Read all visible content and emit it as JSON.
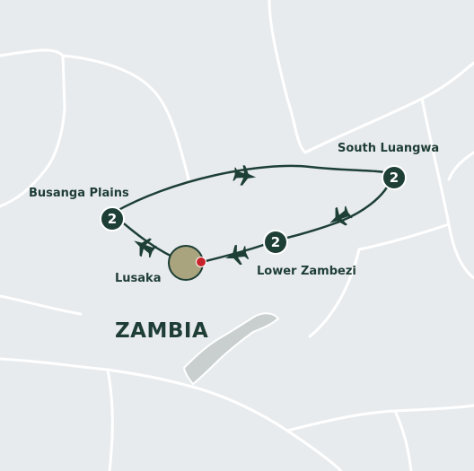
{
  "map": {
    "country_label": "ZAMBIA",
    "destinations": [
      {
        "name": "Busanga Plains",
        "nights": "2"
      },
      {
        "name": "South Luangwa",
        "nights": "2"
      },
      {
        "name": "Lower Zambezi",
        "nights": "2"
      },
      {
        "name": "Lusaka"
      }
    ],
    "colors": {
      "route": "#1d3f36",
      "hub_fill": "#a9a47e",
      "hub_marker": "#c8232b",
      "land": "#e8ebee",
      "border": "#ffffff",
      "lake": "#c9cfcf"
    },
    "icons": [
      "airplane-icon"
    ]
  }
}
